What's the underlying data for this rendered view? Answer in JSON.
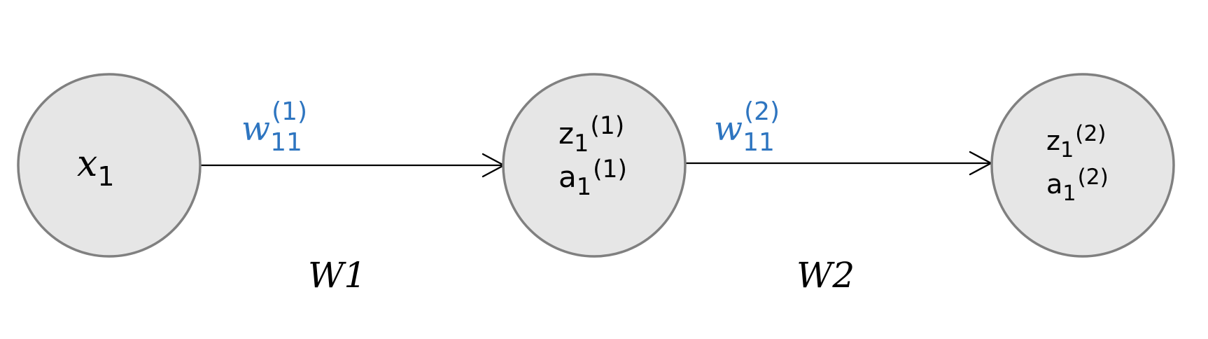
{
  "nodes": {
    "input": {
      "symbol": "x",
      "subscript": "1"
    },
    "hidden": {
      "z_symbol": "z",
      "z_subscript": "1",
      "z_superscript": "(1)",
      "a_symbol": "a",
      "a_subscript": "1",
      "a_superscript": "(1)"
    },
    "output": {
      "z_symbol": "z",
      "z_subscript": "1",
      "z_superscript": "(2)",
      "a_symbol": "a",
      "a_subscript": "1",
      "a_superscript": "(2)"
    }
  },
  "edges": {
    "first": {
      "weight_symbol": "w",
      "weight_subscript": "11",
      "weight_superscript": "(1)"
    },
    "second": {
      "weight_symbol": "w",
      "weight_subscript": "11",
      "weight_superscript": "(2)"
    }
  },
  "layers": {
    "first_label": "W1",
    "second_label": "W2"
  },
  "colors": {
    "node_fill": "#e6e6e6",
    "node_stroke": "#808080",
    "weight_label": "#2e75c0",
    "edge": "#000000"
  }
}
